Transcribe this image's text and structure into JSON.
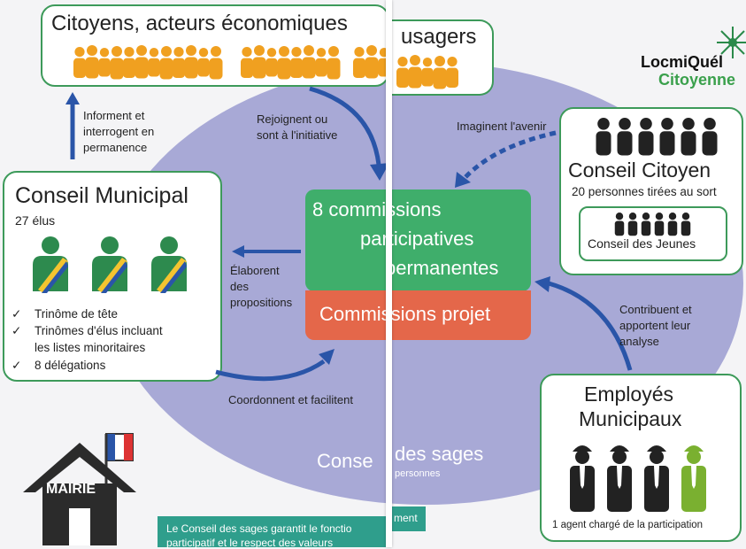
{
  "top_banner": {
    "title_left": "Citoyens, acteurs économiques",
    "title_right": "usagers"
  },
  "logo": {
    "line1": "LocmiQuél",
    "line2": "Citoyenne"
  },
  "conseil_municipal": {
    "title": "Conseil Municipal",
    "subtitle": "27 élus",
    "items": [
      "Trinôme de tête",
      "Trinômes d'élus incluant",
      "les listes minoritaires",
      "8 délégations"
    ]
  },
  "commissions": {
    "green_line1": "8 commissions",
    "green_line2": "participatives",
    "green_line3": "permanentes",
    "red_label": "Commissions projet"
  },
  "conseil_citoyen": {
    "title": "Conseil Citoyen",
    "subtitle": "20 personnes tirées au sort",
    "jeunes": "Conseil des Jeunes"
  },
  "employes": {
    "title_line1": "Employés",
    "title_line2": "Municipaux",
    "caption": "1 agent chargé de la participation"
  },
  "sages": {
    "title_left": "Conse",
    "title_right": "des sages",
    "sub": "personnes"
  },
  "arrows": {
    "informent": [
      "Informent et",
      "interrogent en",
      "permanence"
    ],
    "rejoignent": [
      "Rejoignent ou",
      "sont à l'initiative"
    ],
    "imaginent": "Imaginent l'avenir",
    "elaborent": [
      "Élaborent",
      "des",
      "propositions"
    ],
    "coordonnent": "Coordonnent et facilitent",
    "contribuent": [
      "Contribuent et",
      "apportent leur",
      "analyse"
    ]
  },
  "mairie": {
    "label": "MAIRIE"
  },
  "footer": {
    "left_line1": "Le Conseil des sages garantit le fonctio",
    "left_line2": "participatif et le respect des valeurs",
    "right": "ment"
  },
  "colors": {
    "green": "#3d9a5a",
    "commission_green": "#3fae6b",
    "red": "#e4674a",
    "ellipse": "#a8a9d6",
    "arrow_blue": "#2a55a8",
    "crowd_orange": "#f0a020",
    "teal": "#2f9e8c"
  }
}
